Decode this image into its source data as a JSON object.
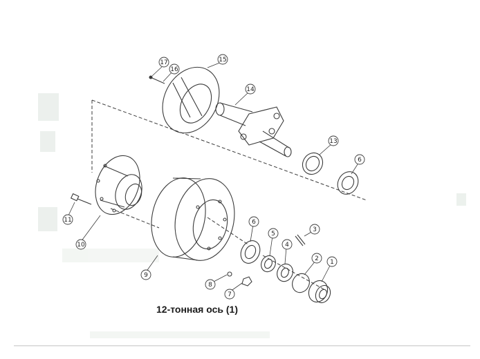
{
  "caption": "12-тонная ось (1)",
  "callouts": [
    {
      "id": "1",
      "label": "1"
    },
    {
      "id": "2",
      "label": "2"
    },
    {
      "id": "3",
      "label": "3"
    },
    {
      "id": "4",
      "label": "4"
    },
    {
      "id": "5",
      "label": "5"
    },
    {
      "id": "6a",
      "label": "6"
    },
    {
      "id": "6b",
      "label": "6"
    },
    {
      "id": "7",
      "label": "7"
    },
    {
      "id": "8",
      "label": "8"
    },
    {
      "id": "9",
      "label": "9"
    },
    {
      "id": "10",
      "label": "10"
    },
    {
      "id": "11",
      "label": "11"
    },
    {
      "id": "13",
      "label": "13"
    },
    {
      "id": "14",
      "label": "14"
    },
    {
      "id": "15",
      "label": "15"
    },
    {
      "id": "16",
      "label": "16"
    },
    {
      "id": "17",
      "label": "17"
    }
  ],
  "colors": {
    "line": "#3a3a3a",
    "paper": "#ffffff",
    "smudge": "#c9d6cc"
  }
}
